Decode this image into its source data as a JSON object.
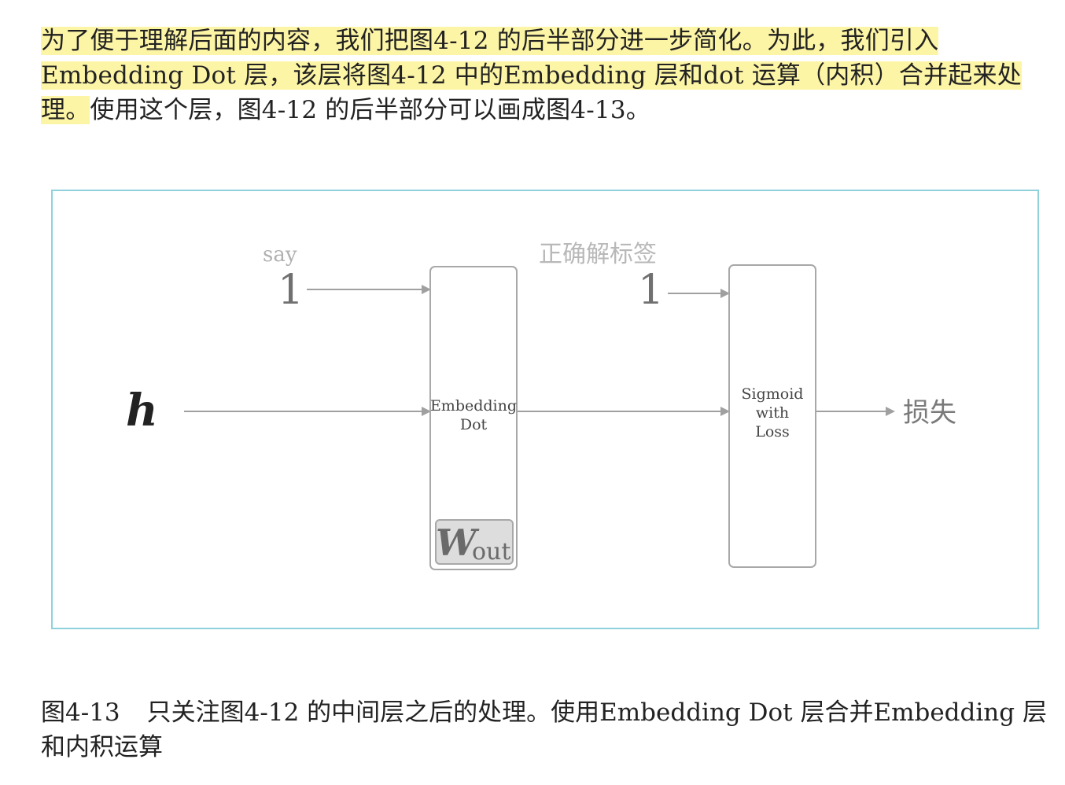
{
  "paragraph": {
    "highlighted": "为了便于理解后面的内容，我们把图4-12 的后半部分进一步简化。为此，我们引入Embedding Dot 层，该层将图4-12 中的Embedding 层和dot 运算（内积）合并起来处理。",
    "rest": "使用这个层，图4-12 的后半部分可以画成图4-13。"
  },
  "diagram": {
    "input_h": "h",
    "input_say_label": "say",
    "input_say_value": "1",
    "embedding_dot": {
      "line1": "Embedding",
      "line2": "Dot"
    },
    "weight": {
      "symbol": "W",
      "subscript": "out"
    },
    "label_title": "正确解标签",
    "label_value": "1",
    "sigmoid": {
      "line1": "Sigmoid",
      "line2": "with",
      "line3": "Loss"
    },
    "output": "损失"
  },
  "caption": {
    "number": "图4-13",
    "text": "只关注图4-12 的中间层之后的处理。使用Embedding Dot 层合并Embedding 层和内积运算"
  }
}
